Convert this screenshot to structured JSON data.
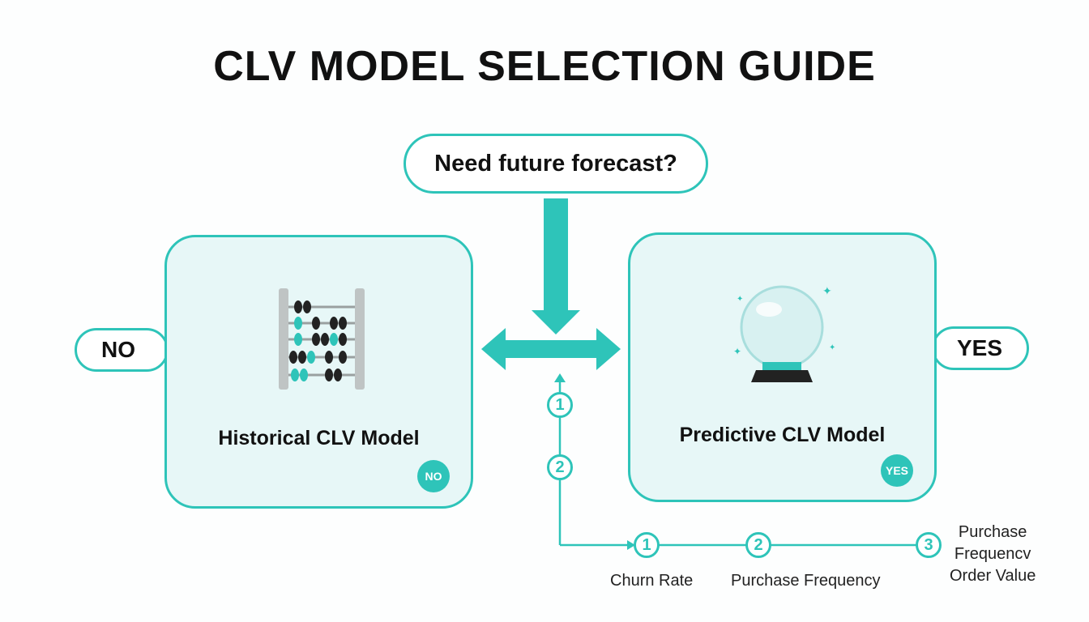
{
  "title": "CLV MODEL SELECTION GUIDE",
  "question": "Need future forecast?",
  "no_branch": {
    "side_label": "NO",
    "model_name": "Historical CLV Model",
    "badge": "NO",
    "icon": "abacus-icon"
  },
  "yes_branch": {
    "side_label": "YES",
    "model_name": "Predictive CLV Model",
    "badge": "YES",
    "icon": "crystal-ball-icon"
  },
  "vertical_steps": [
    "1",
    "2"
  ],
  "steps": [
    {
      "number": "1",
      "label": "Churn Rate"
    },
    {
      "number": "2",
      "label": "Purchase Frequency"
    },
    {
      "number": "3",
      "label_lines": [
        "Purchase",
        "Frequencv",
        "Order Value"
      ]
    }
  ],
  "colors": {
    "accent": "#2ec4b9",
    "card_fill": "#e7f7f7",
    "dark": "#222222"
  }
}
